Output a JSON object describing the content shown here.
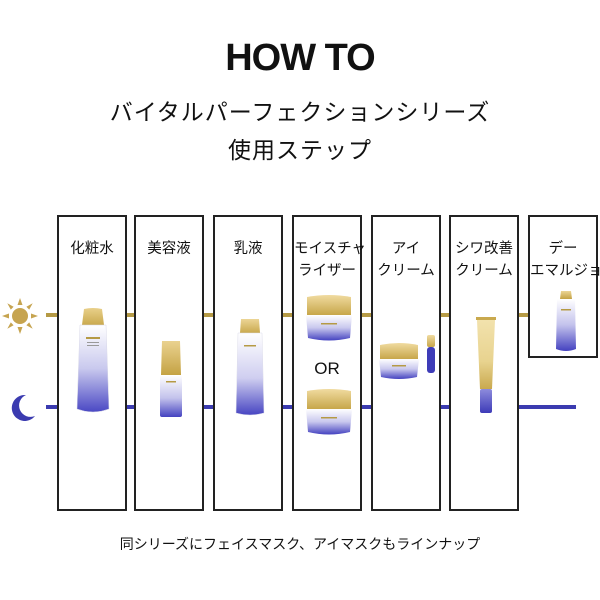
{
  "header": {
    "title": "HOW TO"
  },
  "subtitle": {
    "line1": "バイタルパーフェクションシリーズ",
    "line2": "使用ステップ"
  },
  "icons": {
    "day": "sun-icon",
    "night": "moon-icon"
  },
  "colors": {
    "day_line": "#b59a45",
    "night_line": "#3b3bb0",
    "box_border": "#222222"
  },
  "steps": [
    {
      "label": "化粧水"
    },
    {
      "label": "美容液"
    },
    {
      "label": "乳液"
    },
    {
      "label_line1": "モイスチャ",
      "label_line2": "ライザー"
    },
    {
      "label_line1": "アイ",
      "label_line2": "クリーム"
    },
    {
      "label_line1": "シワ改善",
      "label_line2": "クリーム"
    },
    {
      "label_line1": "デー",
      "label_line2": "エマルジョン"
    }
  ],
  "or_label": "OR",
  "footer": {
    "text": "同シリーズにフェイスマスク、アイマスクもラインナップ"
  }
}
